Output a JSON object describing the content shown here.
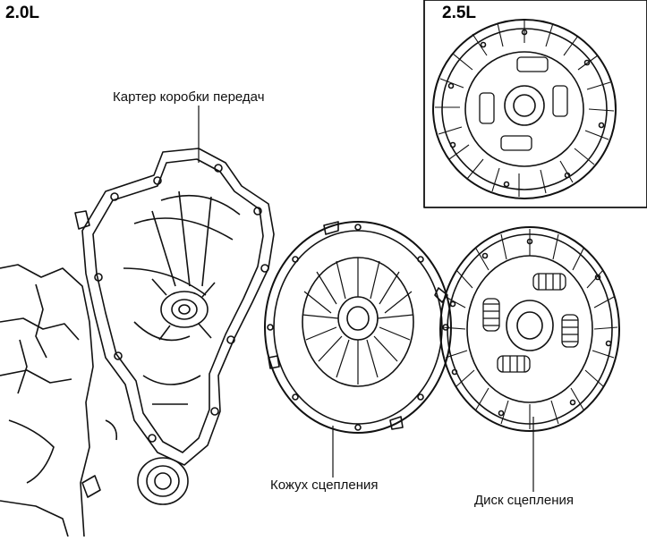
{
  "variants": {
    "left": "2.0L",
    "right": "2.5L"
  },
  "labels": {
    "housing": "Картер коробки передач",
    "cover": "Кожух сцепления",
    "disc": "Диск сцепления"
  },
  "colors": {
    "ink": "#111111",
    "paper": "#ffffff"
  }
}
